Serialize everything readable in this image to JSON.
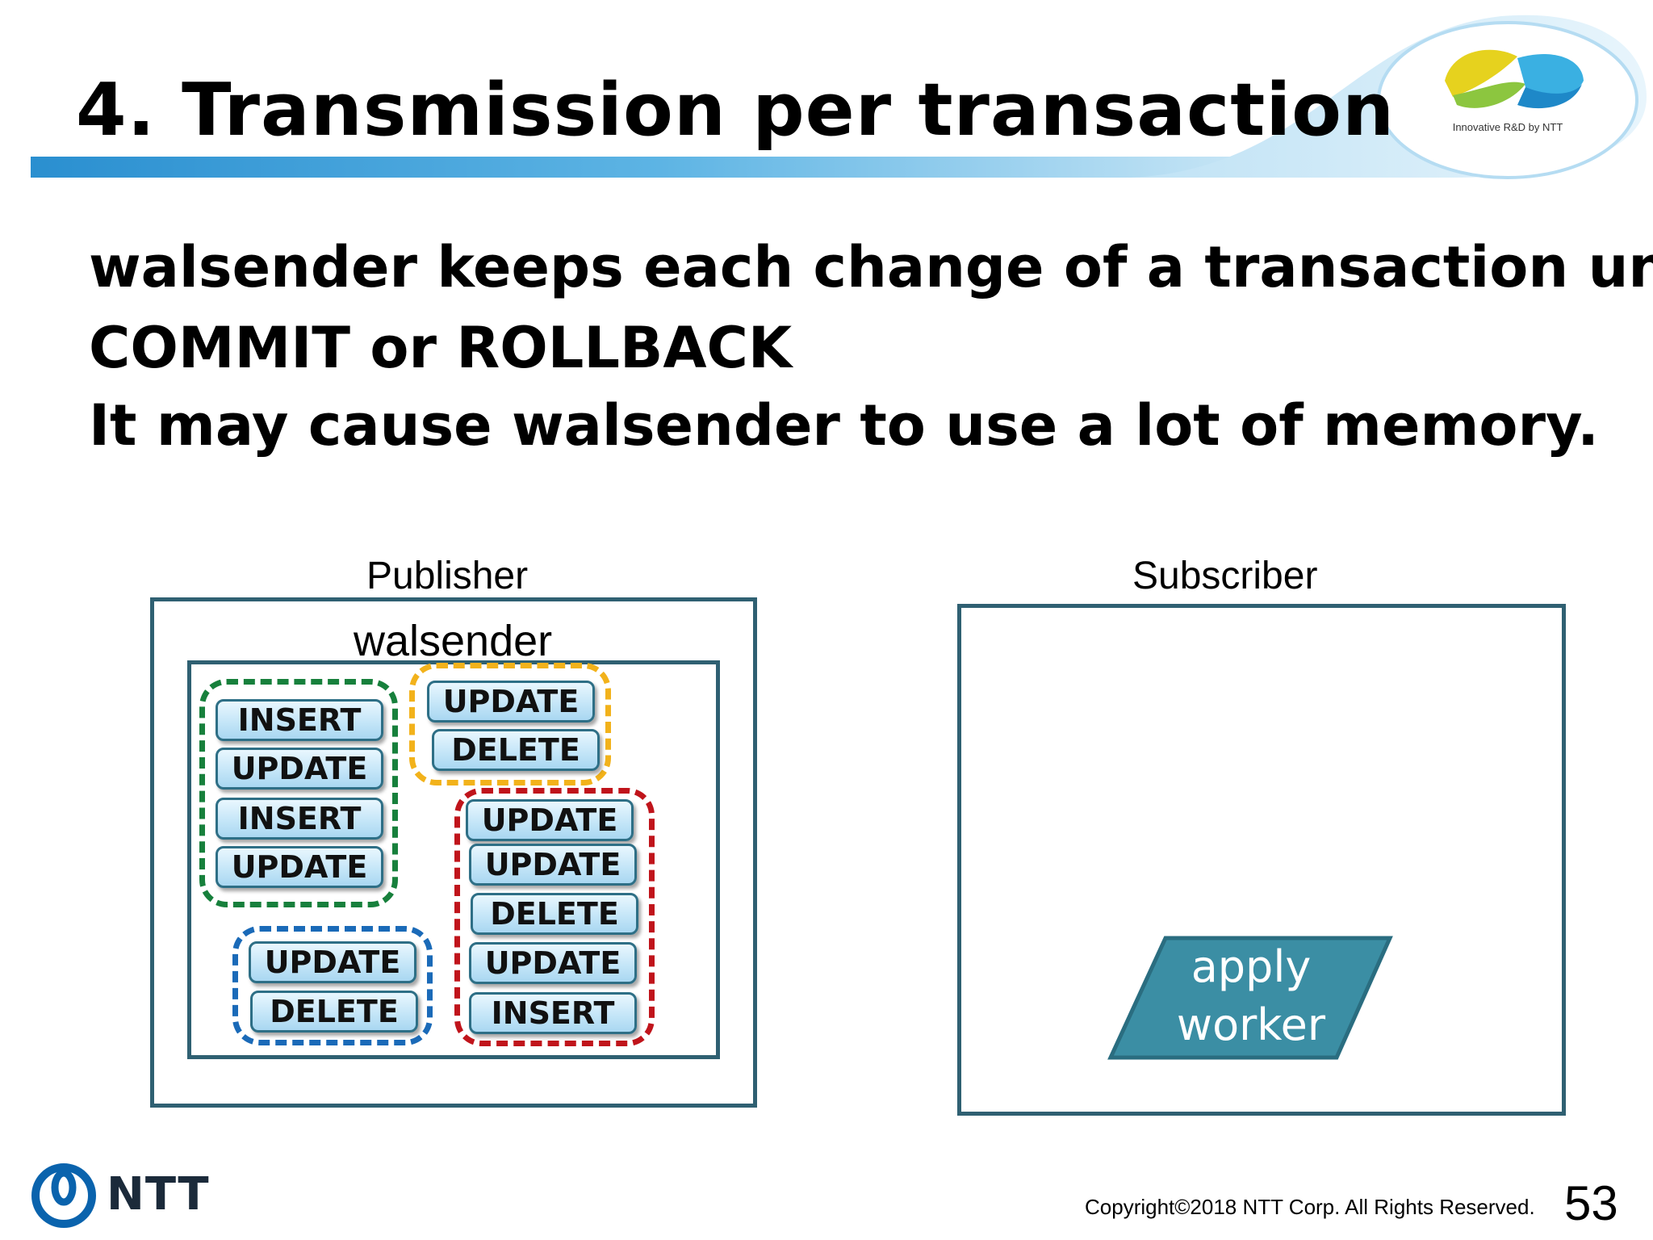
{
  "header": {
    "title": "4. Transmission per transaction",
    "logo_tagline": "Innovative R&D by NTT"
  },
  "body": {
    "line1": "walsender keeps each change of a transaction until",
    "line2": "COMMIT or ROLLBACK",
    "line3": "It may cause walsender to use a lot of memory."
  },
  "diagram": {
    "publisher_label": "Publisher",
    "subscriber_label": "Subscriber",
    "walsender_label": "walsender",
    "apply_worker_line1": "apply",
    "apply_worker_line2": "worker",
    "groups": {
      "green": [
        "INSERT",
        "UPDATE",
        "INSERT",
        "UPDATE"
      ],
      "yellow": [
        "UPDATE",
        "DELETE"
      ],
      "red": [
        "UPDATE",
        "UPDATE",
        "DELETE",
        "UPDATE",
        "INSERT"
      ],
      "blue": [
        "UPDATE",
        "DELETE"
      ]
    }
  },
  "footer": {
    "brand": "NTT",
    "copyright": "Copyright©2018 NTT Corp. All Rights Reserved.",
    "page_number": "53"
  },
  "colors": {
    "frame": "#2f6072",
    "green_group": "#17803c",
    "yellow_group": "#f2b21b",
    "red_group": "#c0141b",
    "blue_group": "#1a6ab8",
    "apply_worker": "#3b8ea4"
  }
}
